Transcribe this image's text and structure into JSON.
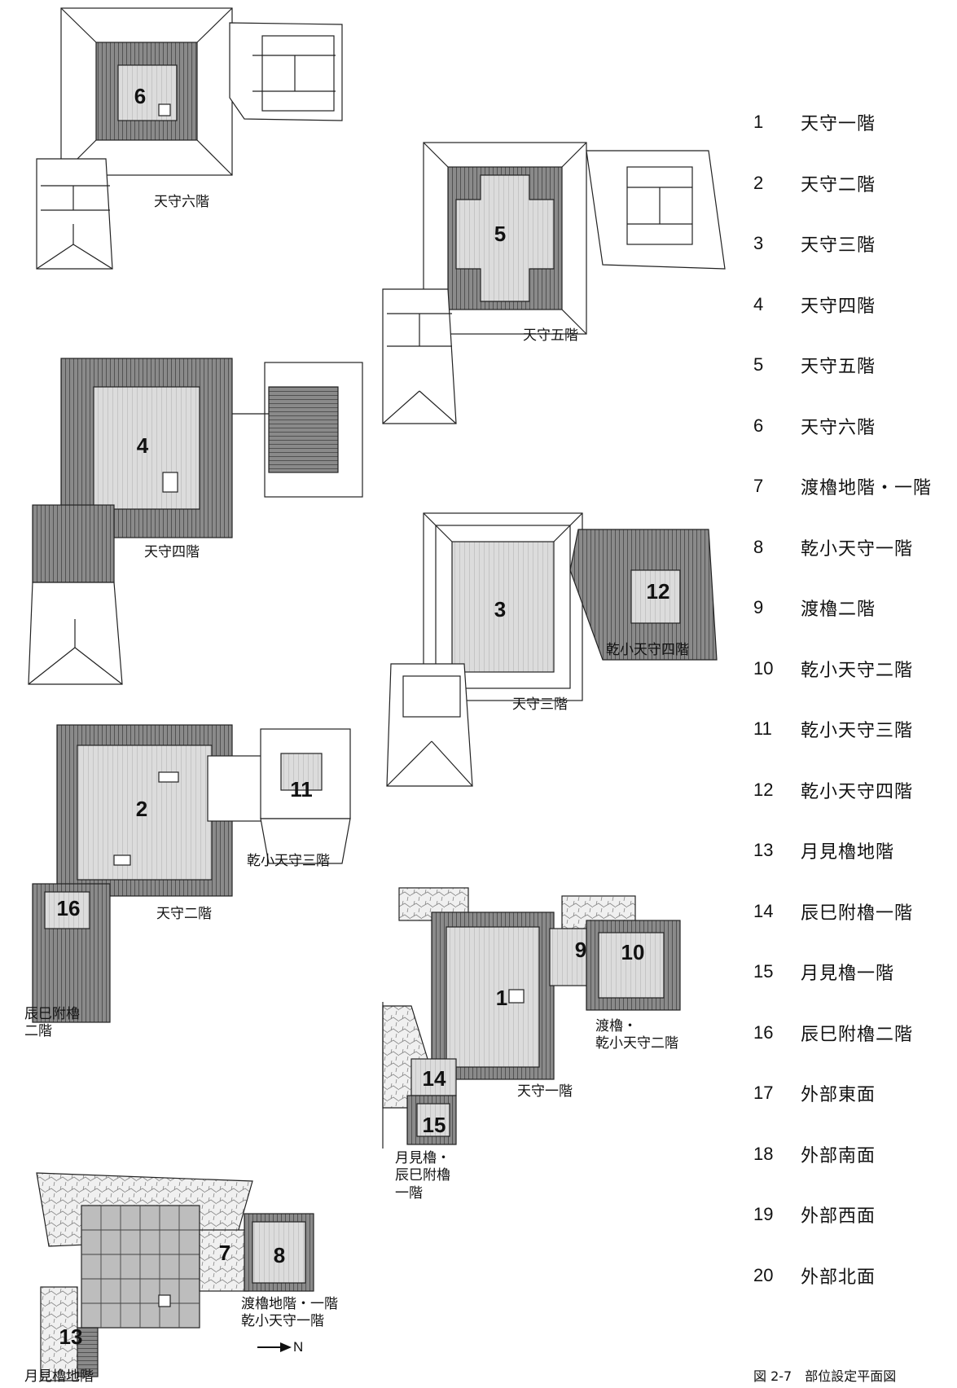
{
  "legend": [
    {
      "num": "1",
      "name": "天守一階"
    },
    {
      "num": "2",
      "name": "天守二階"
    },
    {
      "num": "3",
      "name": "天守三階"
    },
    {
      "num": "4",
      "name": "天守四階"
    },
    {
      "num": "5",
      "name": "天守五階"
    },
    {
      "num": "6",
      "name": "天守六階"
    },
    {
      "num": "7",
      "name": "渡櫓地階・一階"
    },
    {
      "num": "8",
      "name": "乾小天守一階"
    },
    {
      "num": "9",
      "name": "渡櫓二階"
    },
    {
      "num": "10",
      "name": "乾小天守二階"
    },
    {
      "num": "11",
      "name": "乾小天守三階"
    },
    {
      "num": "12",
      "name": "乾小天守四階"
    },
    {
      "num": "13",
      "name": "月見櫓地階"
    },
    {
      "num": "14",
      "name": "辰巳附櫓一階"
    },
    {
      "num": "15",
      "name": "月見櫓一階"
    },
    {
      "num": "16",
      "name": "辰巳附櫓二階"
    },
    {
      "num": "17",
      "name": "外部東面"
    },
    {
      "num": "18",
      "name": "外部南面"
    },
    {
      "num": "19",
      "name": "外部西面"
    },
    {
      "num": "20",
      "name": "外部北面"
    }
  ],
  "plan_numbers": {
    "p1": "1",
    "p2": "2",
    "p3": "3",
    "p4": "4",
    "p5": "5",
    "p6": "6",
    "p7": "7",
    "p8": "8",
    "p9": "9",
    "p10": "10",
    "p11": "11",
    "p12": "12",
    "p13": "13",
    "p14": "14",
    "p15": "15",
    "p16": "16"
  },
  "plan_labels": {
    "f6": "天守六階",
    "f5": "天守五階",
    "f4": "天守四階",
    "f3": "天守三階",
    "inui4": "乾小天守四階",
    "f2": "天守二階",
    "inui3": "乾小天守三階",
    "tatsumi2_l1": "辰巳附櫓",
    "tatsumi2_l2": "二階",
    "f1": "天守一階",
    "wata_l1": "渡櫓・",
    "wata_l2": "乾小天守二階",
    "tsuki_l1": "月見櫓・",
    "tsuki_l2": "辰巳附櫓",
    "tsuki_l3": "一階",
    "base_l1": "渡櫓地階・一階",
    "base_l2": "乾小天守一階",
    "tsukimi_base": "月見櫓地階"
  },
  "north_label": "N",
  "caption": "図 2-7　部位設定平面図",
  "colors": {
    "ink": "#111111",
    "roof_hatch": "#555555",
    "floor": "#d8d8d8"
  }
}
